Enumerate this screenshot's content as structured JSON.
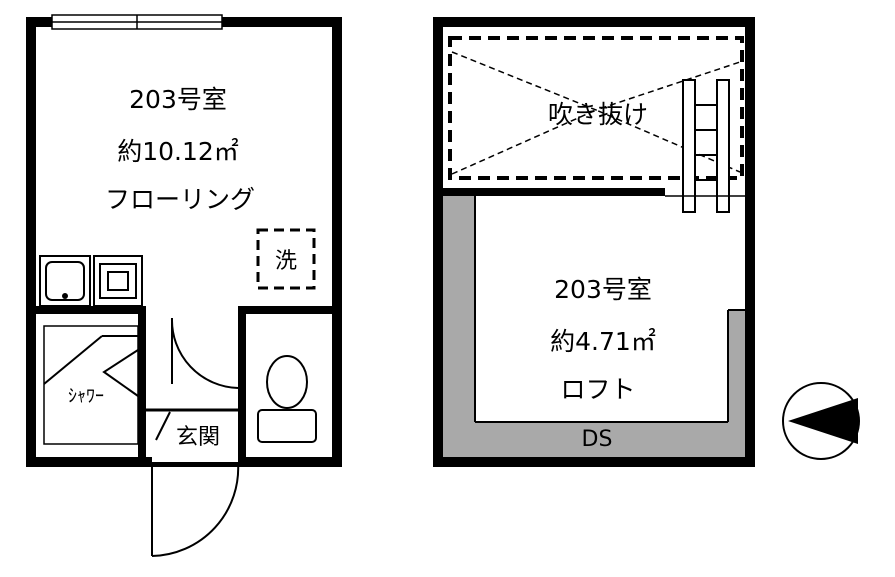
{
  "lower_floor": {
    "room_number": "203号室",
    "area": "約10.12㎡",
    "floor_type": "フローリング",
    "washer_label": "洗",
    "shower_label": "ｼｬﾜｰ",
    "entrance_label": "玄関"
  },
  "loft_floor": {
    "void_label": "吹き抜け",
    "room_number": "203号室",
    "area": "約4.71㎡",
    "room_type": "ロフト",
    "ds_label": "DS"
  },
  "colors": {
    "wall": "#000000",
    "ds_gray": "#a9a9a9",
    "background": "#ffffff"
  }
}
